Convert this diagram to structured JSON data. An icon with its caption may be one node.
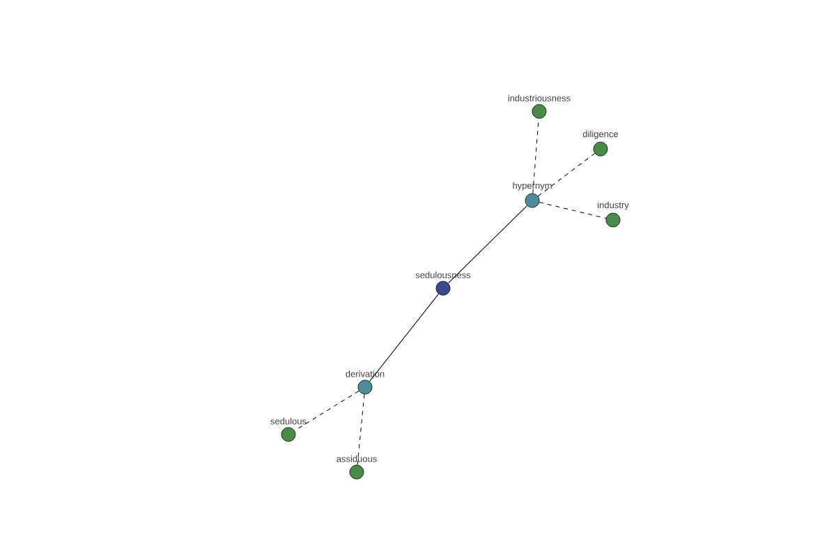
{
  "diagram": {
    "nodes": [
      {
        "text": [
          "sedulousness"
        ]
      },
      {
        "text": [
          "hypernym"
        ]
      },
      {
        "text": [
          "derivation"
        ]
      },
      {
        "text": [
          "industriousness"
        ]
      },
      {
        "text": [
          "diligence"
        ]
      },
      {
        "text": [
          "industry"
        ]
      },
      {
        "text": [
          "sedulous"
        ]
      },
      {
        "text": [
          "assiduous"
        ]
      }
    ],
    "edges": [
      {
        "from": 0,
        "to": 1,
        "arrow": "none"
      },
      {
        "from": 0,
        "to": 2,
        "arrow": "none"
      },
      {
        "from": 1,
        "to": 3,
        "arrow": "none",
        "style": "dashed"
      },
      {
        "from": 1,
        "to": 4,
        "arrow": "none",
        "style": "dashed"
      },
      {
        "from": 1,
        "to": 5,
        "arrow": "none",
        "style": "dashed"
      },
      {
        "from": 2,
        "to": 6,
        "arrow": "none",
        "style": "dashed"
      },
      {
        "from": 2,
        "to": 7,
        "arrow": "none",
        "style": "dashed"
      }
    ]
  }
}
